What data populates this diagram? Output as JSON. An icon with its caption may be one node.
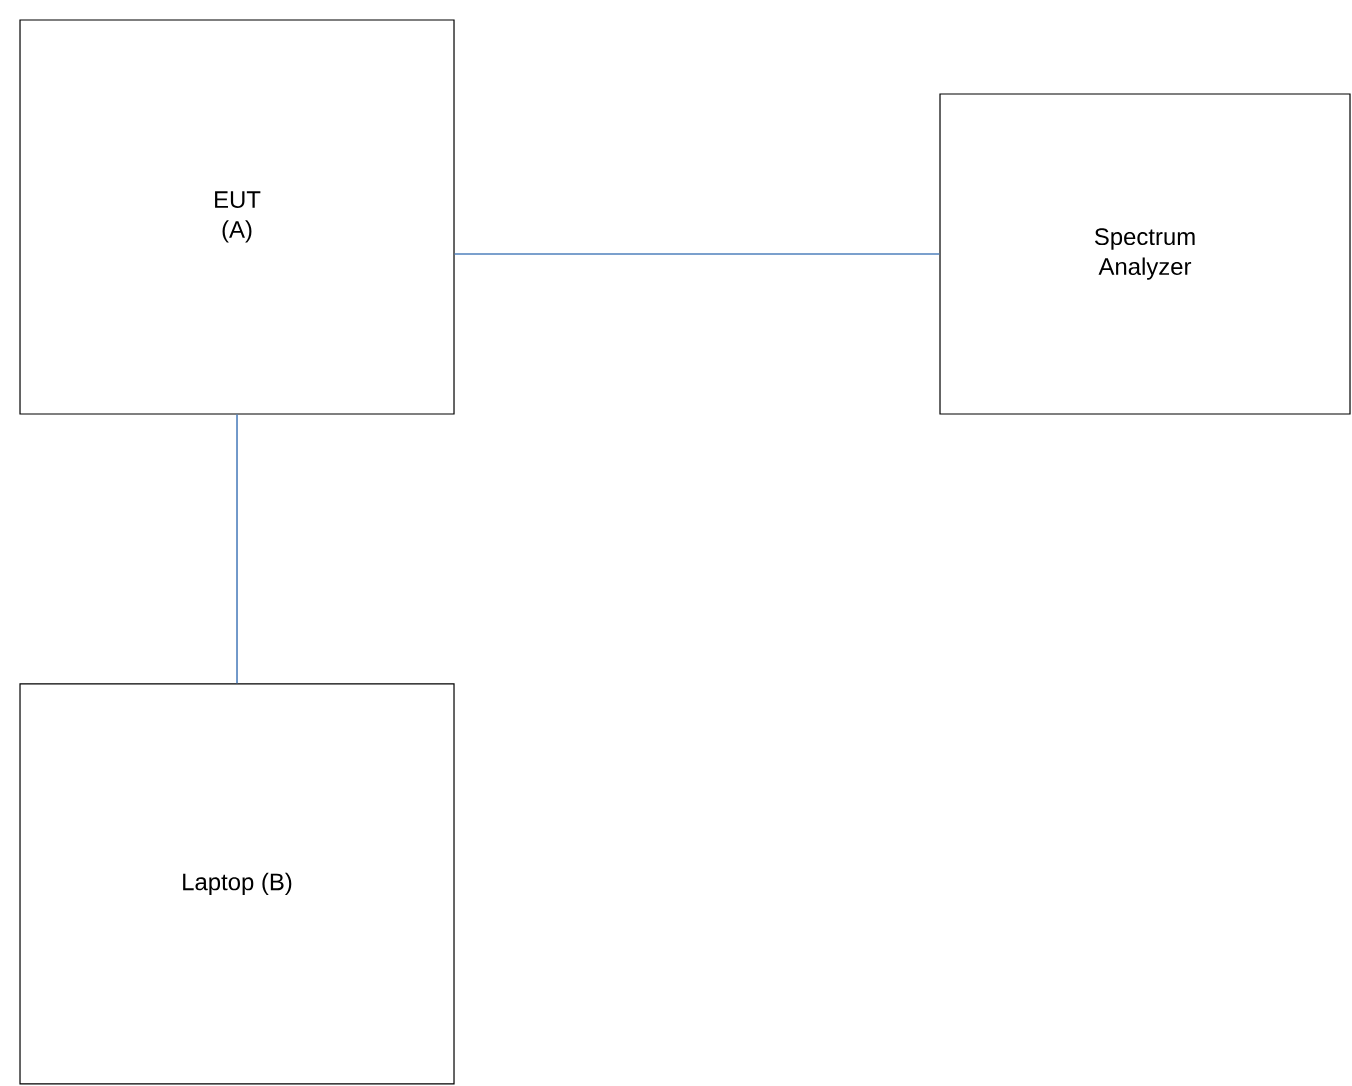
{
  "diagram": {
    "nodes": [
      {
        "text": [
          "EUT (A)"
        ]
      },
      {
        "text": [
          "Spectrum Analyzer"
        ]
      },
      {
        "text": [
          "Laptop (B)"
        ]
      }
    ],
    "edges": [
      {
        "from": 0,
        "to": 1,
        "arrow": "none"
      },
      {
        "from": 0,
        "to": 2,
        "arrow": "none"
      }
    ]
  }
}
